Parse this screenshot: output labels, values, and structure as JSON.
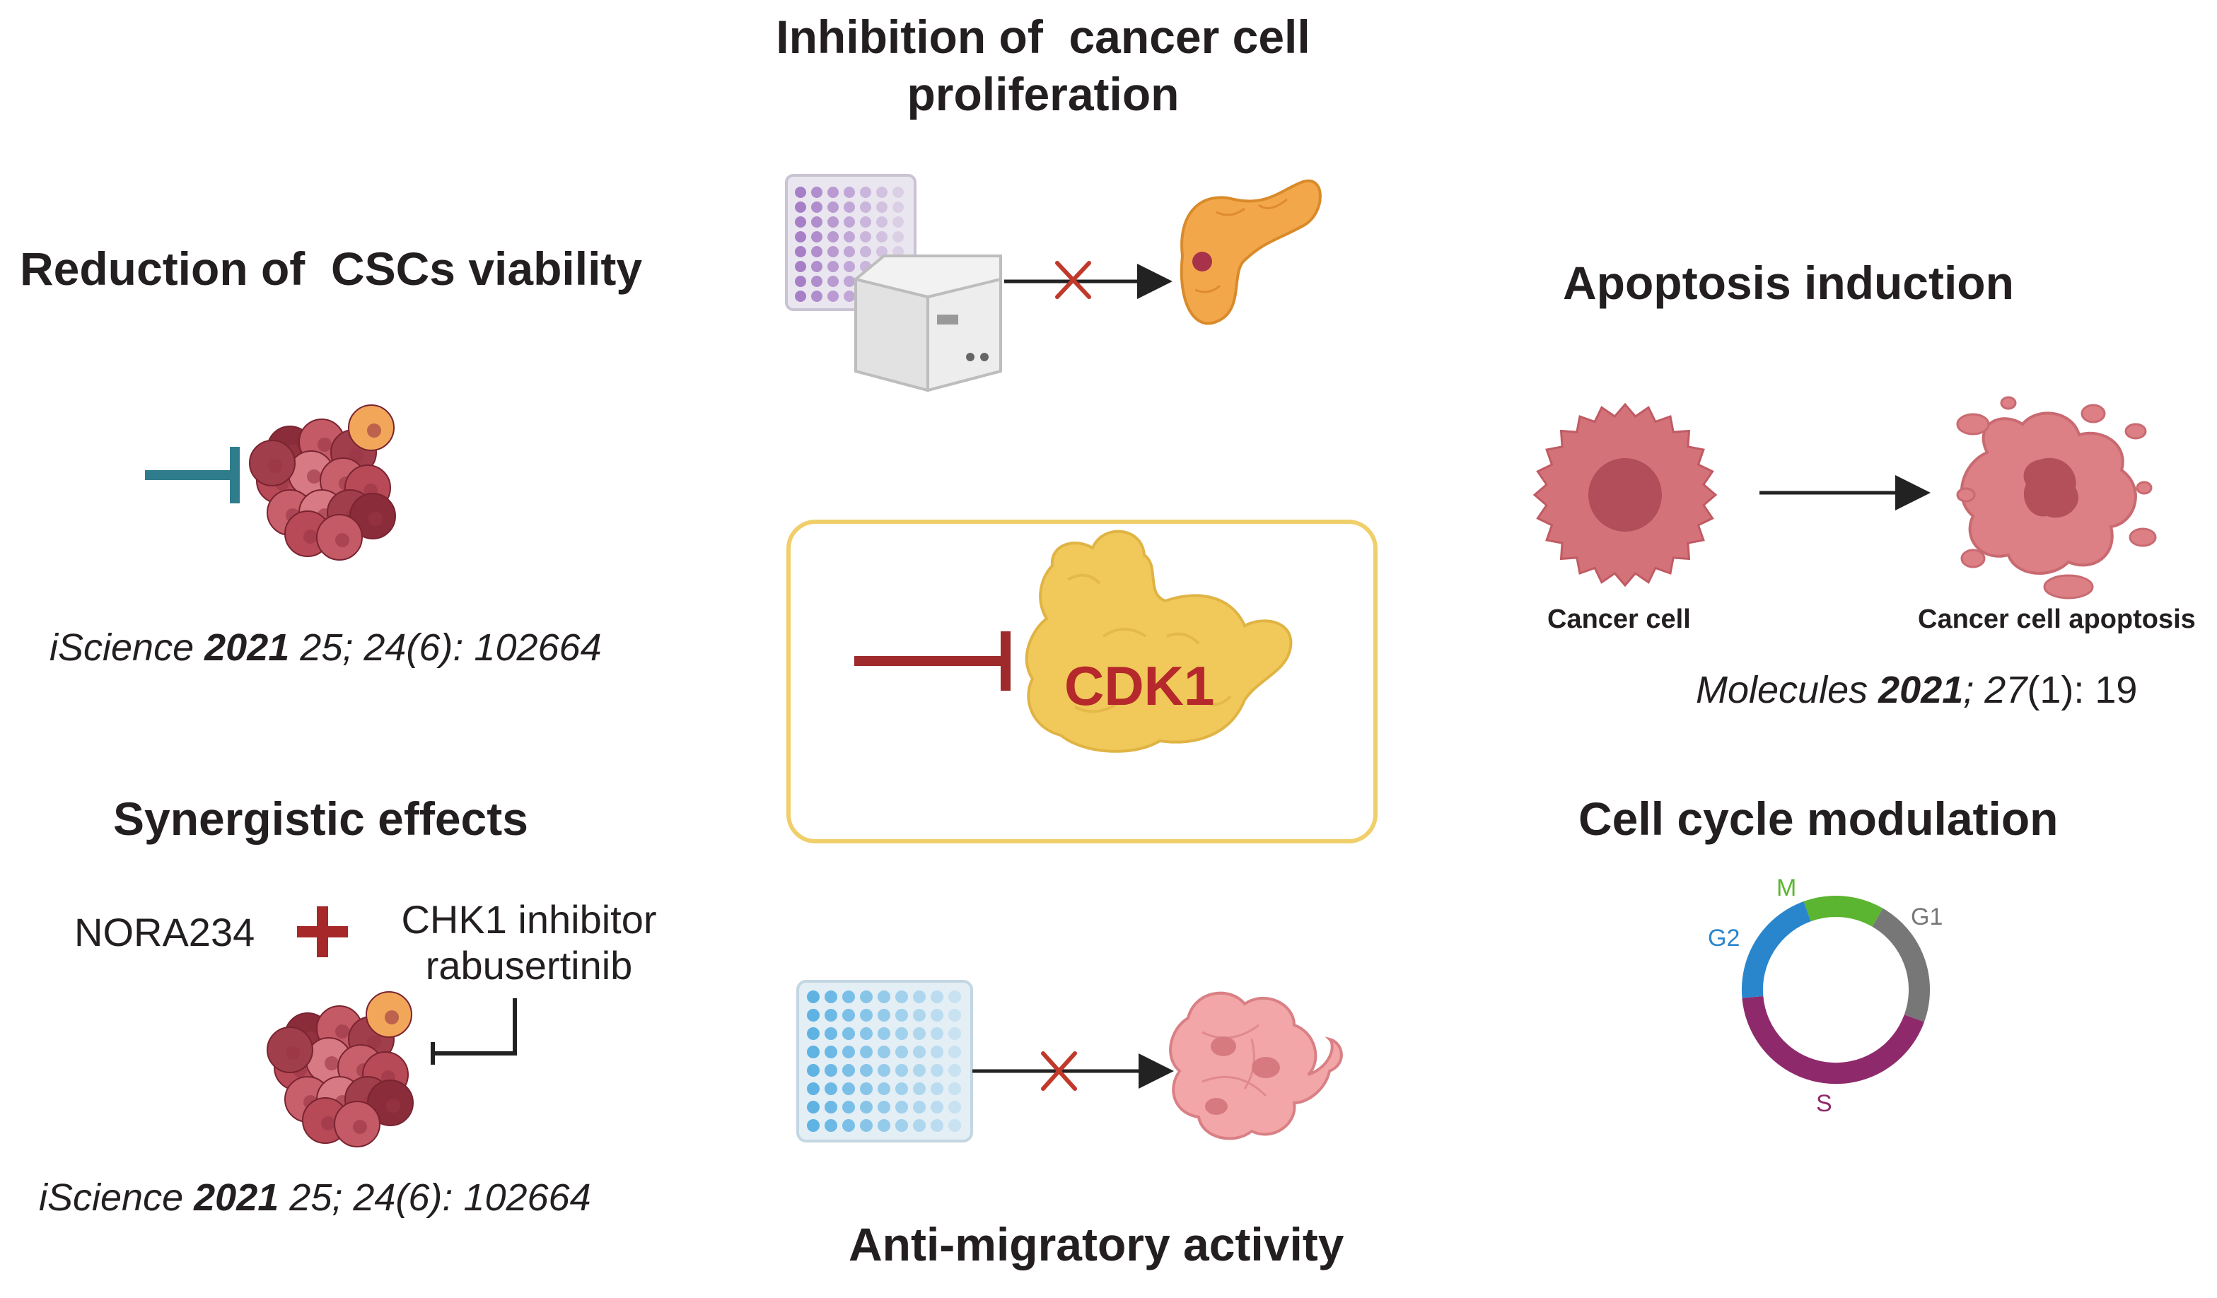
{
  "panels": {
    "proliferation": {
      "title_line1": "Inhibition of  cancer cell",
      "title_line2": "proliferation"
    },
    "csc": {
      "title": "Reduction of  CSCs viability",
      "cite": {
        "journal": "iScience",
        "year": "2021",
        "rest": "25; 24(6): 102664"
      }
    },
    "apoptosis": {
      "title": "Apoptosis induction",
      "label_cell": "Cancer cell",
      "label_apoptosis": "Cancer cell apoptosis",
      "cite": {
        "journal": "Molecules",
        "year": "2021",
        "sep": ";",
        "vol": "27",
        "issue": "(1): 19"
      }
    },
    "center": {
      "target": "CDK1"
    },
    "synergy": {
      "title": "Synergistic effects",
      "drug": "NORA234",
      "partner_line1": "CHK1 inhibitor",
      "partner_line2": "rabusertinib",
      "cite": {
        "journal": "iScience",
        "year": "2021",
        "rest": "25; 24(6): 102664"
      }
    },
    "cell_cycle": {
      "title": "Cell cycle modulation",
      "phases": [
        {
          "label": "M",
          "color": "#5cb531"
        },
        {
          "label": "G1",
          "color": "#777777"
        },
        {
          "label": "S",
          "color": "#8e2a6b"
        },
        {
          "label": "G2",
          "color": "#2a86cc"
        }
      ]
    },
    "migration": {
      "title": "Anti-migratory activity"
    }
  },
  "colors": {
    "inhibit_teal": "#2e7c8c",
    "inhibit_red": "#9e2a2b",
    "cross_red": "#c0392b",
    "box_border": "#f0cf6a",
    "cdk1_fill": "#f1c95a",
    "cdk1_text": "#b5282b",
    "cell_pink": "#d4727a"
  }
}
